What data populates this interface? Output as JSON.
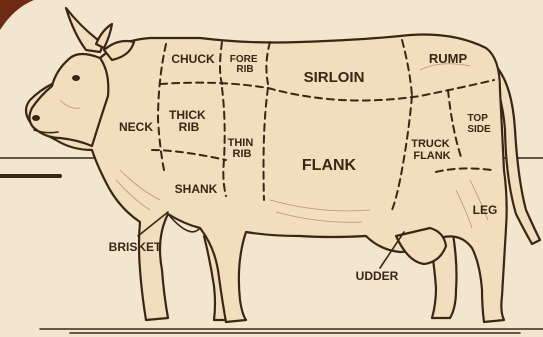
{
  "diagram": {
    "labels": {
      "neck": "NECK",
      "chuck": "CHUCK",
      "fore_rib": [
        "FORE",
        "RIB"
      ],
      "sirloin": "SIRLOIN",
      "rump": "RUMP",
      "thick_rib": [
        "THICK",
        "RIB"
      ],
      "thin_rib": [
        "THIN",
        "RIB"
      ],
      "flank": "FLANK",
      "truck_flank": [
        "TRUCK",
        "FLANK"
      ],
      "top_side": [
        "TOP",
        "SIDE"
      ],
      "shank": "SHANK",
      "leg": "LEG",
      "brisket": "BRISKET",
      "udder": "UDDER"
    },
    "colors": {
      "background": "#f3e6cf",
      "body_fill": "#f2ddbd",
      "ink": "#3b2616",
      "accent_corner": "#6e2a14"
    }
  }
}
